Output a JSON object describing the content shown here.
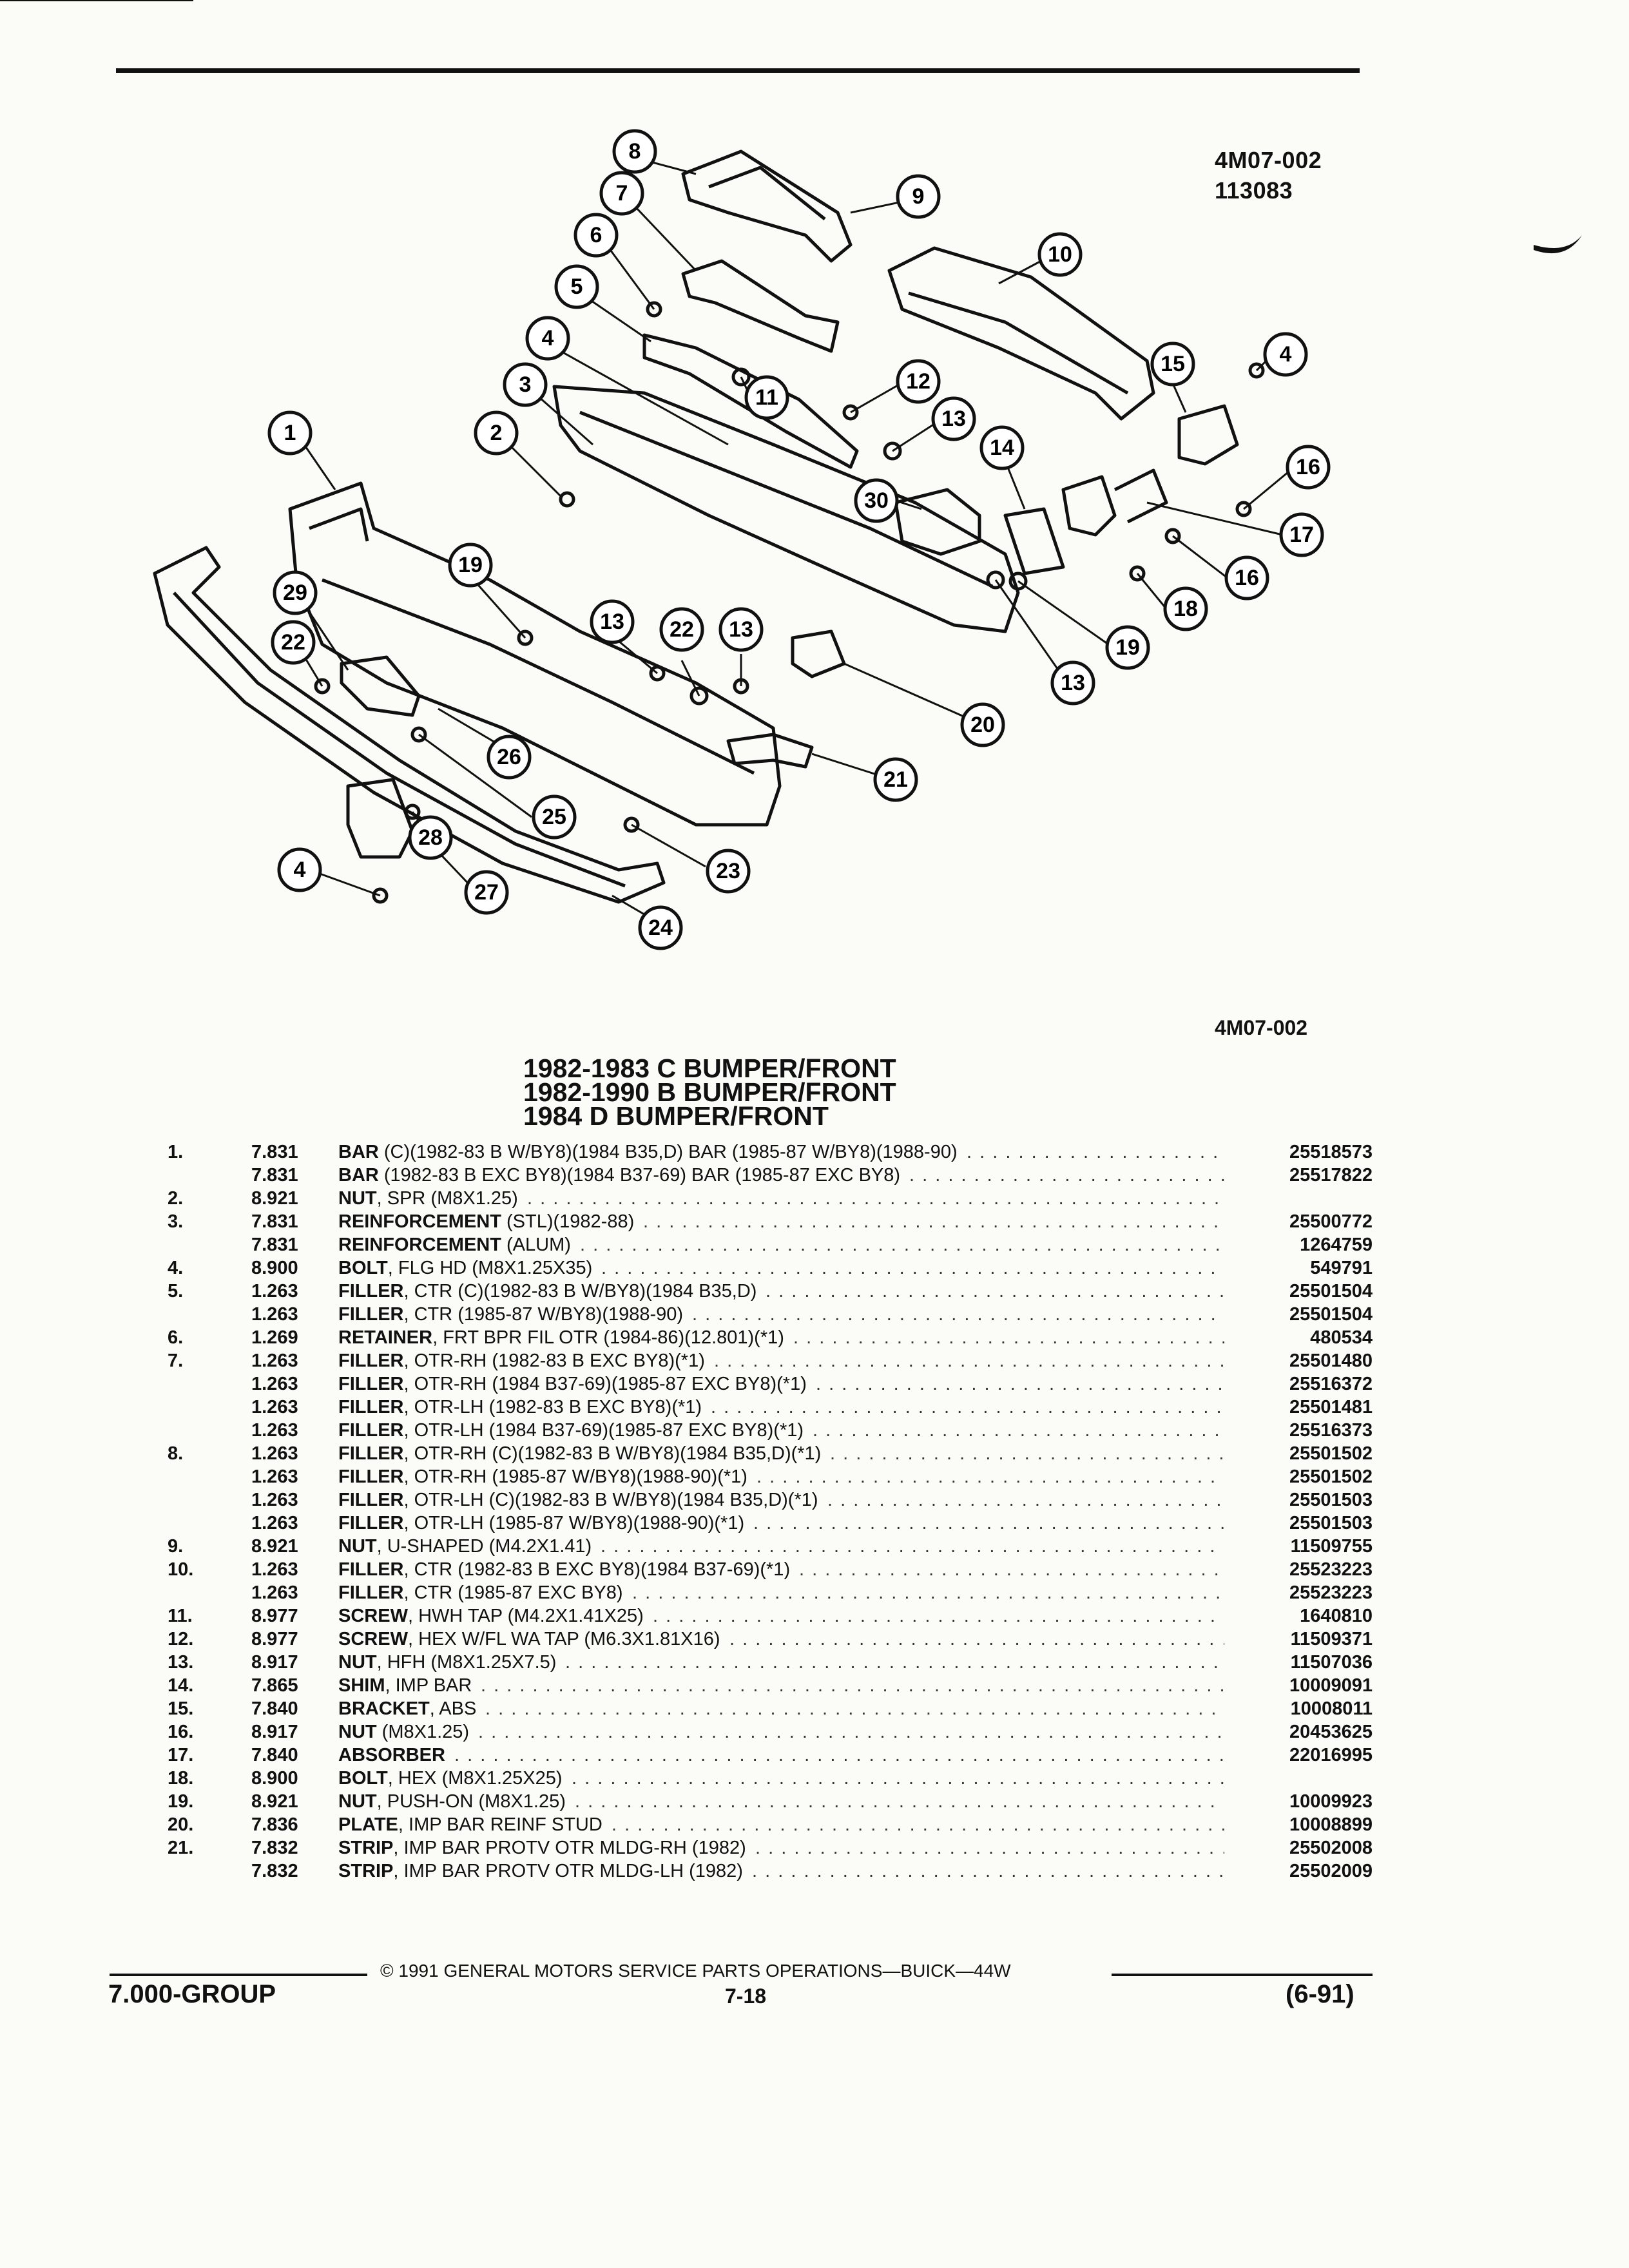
{
  "header": {
    "code_top_1": "4M07-002",
    "code_top_2": "113083",
    "code_mid": "4M07-002"
  },
  "diagram": {
    "callouts": [
      "1",
      "2",
      "3",
      "4",
      "5",
      "6",
      "7",
      "8",
      "9",
      "10",
      "11",
      "12",
      "13",
      "14",
      "15",
      "16",
      "17",
      "18",
      "19",
      "20",
      "21",
      "22",
      "23",
      "24",
      "25",
      "26",
      "27",
      "28",
      "29",
      "30"
    ]
  },
  "titles": [
    "1982-1983 C BUMPER/FRONT",
    "1982-1990 B BUMPER/FRONT",
    "1984 D BUMPER/FRONT"
  ],
  "parts": [
    {
      "num": "1.",
      "grp": "7.831",
      "name": "BAR",
      "desc": " (C)(1982-83 B W/BY8)(1984 B35,D) BAR (1985-87 W/BY8)(1988-90)",
      "pn": "25518573"
    },
    {
      "num": "",
      "grp": "7.831",
      "name": "BAR",
      "desc": " (1982-83 B EXC BY8)(1984 B37-69) BAR (1985-87 EXC BY8)",
      "pn": "25517822"
    },
    {
      "num": "2.",
      "grp": "8.921",
      "name": "NUT",
      "desc": ", SPR (M8X1.25)",
      "pn": ""
    },
    {
      "num": "3.",
      "grp": "7.831",
      "name": "REINFORCEMENT",
      "desc": " (STL)(1982-88)",
      "pn": "25500772"
    },
    {
      "num": "",
      "grp": "7.831",
      "name": "REINFORCEMENT",
      "desc": " (ALUM)",
      "pn": "1264759"
    },
    {
      "num": "4.",
      "grp": "8.900",
      "name": "BOLT",
      "desc": ", FLG HD (M8X1.25X35)",
      "pn": "549791"
    },
    {
      "num": "5.",
      "grp": "1.263",
      "name": "FILLER",
      "desc": ", CTR (C)(1982-83 B W/BY8)(1984 B35,D)",
      "pn": "25501504"
    },
    {
      "num": "",
      "grp": "1.263",
      "name": "FILLER",
      "desc": ", CTR (1985-87 W/BY8)(1988-90)",
      "pn": "25501504"
    },
    {
      "num": "6.",
      "grp": "1.269",
      "name": "RETAINER",
      "desc": ", FRT BPR FIL OTR (1984-86)(12.801)(*1)",
      "pn": "480534"
    },
    {
      "num": "7.",
      "grp": "1.263",
      "name": "FILLER",
      "desc": ", OTR-RH (1982-83 B EXC BY8)(*1)",
      "pn": "25501480"
    },
    {
      "num": "",
      "grp": "1.263",
      "name": "FILLER",
      "desc": ", OTR-RH (1984 B37-69)(1985-87 EXC BY8)(*1)",
      "pn": "25516372"
    },
    {
      "num": "",
      "grp": "1.263",
      "name": "FILLER",
      "desc": ", OTR-LH (1982-83 B EXC BY8)(*1)",
      "pn": "25501481"
    },
    {
      "num": "",
      "grp": "1.263",
      "name": "FILLER",
      "desc": ", OTR-LH (1984 B37-69)(1985-87 EXC BY8)(*1)",
      "pn": "25516373"
    },
    {
      "num": "8.",
      "grp": "1.263",
      "name": "FILLER",
      "desc": ", OTR-RH (C)(1982-83 B W/BY8)(1984 B35,D)(*1)",
      "pn": "25501502"
    },
    {
      "num": "",
      "grp": "1.263",
      "name": "FILLER",
      "desc": ", OTR-RH (1985-87 W/BY8)(1988-90)(*1)",
      "pn": "25501502"
    },
    {
      "num": "",
      "grp": "1.263",
      "name": "FILLER",
      "desc": ", OTR-LH (C)(1982-83 B W/BY8)(1984 B35,D)(*1)",
      "pn": "25501503"
    },
    {
      "num": "",
      "grp": "1.263",
      "name": "FILLER",
      "desc": ", OTR-LH (1985-87 W/BY8)(1988-90)(*1)",
      "pn": "25501503"
    },
    {
      "num": "9.",
      "grp": "8.921",
      "name": "NUT",
      "desc": ", U-SHAPED (M4.2X1.41)",
      "pn": "11509755"
    },
    {
      "num": "10.",
      "grp": "1.263",
      "name": "FILLER",
      "desc": ", CTR (1982-83 B EXC BY8)(1984 B37-69)(*1)",
      "pn": "25523223"
    },
    {
      "num": "",
      "grp": "1.263",
      "name": "FILLER",
      "desc": ", CTR (1985-87 EXC BY8)",
      "pn": "25523223"
    },
    {
      "num": "11.",
      "grp": "8.977",
      "name": "SCREW",
      "desc": ", HWH TAP (M4.2X1.41X25)",
      "pn": "1640810"
    },
    {
      "num": "12.",
      "grp": "8.977",
      "name": "SCREW",
      "desc": ", HEX W/FL WA TAP (M6.3X1.81X16)",
      "pn": "11509371"
    },
    {
      "num": "13.",
      "grp": "8.917",
      "name": "NUT",
      "desc": ", HFH (M8X1.25X7.5)",
      "pn": "11507036"
    },
    {
      "num": "14.",
      "grp": "7.865",
      "name": "SHIM",
      "desc": ", IMP BAR",
      "pn": "10009091"
    },
    {
      "num": "15.",
      "grp": "7.840",
      "name": "BRACKET",
      "desc": ", ABS",
      "pn": "10008011"
    },
    {
      "num": "16.",
      "grp": "8.917",
      "name": "NUT",
      "desc": " (M8X1.25)",
      "pn": "20453625"
    },
    {
      "num": "17.",
      "grp": "7.840",
      "name": "ABSORBER",
      "desc": "",
      "pn": "22016995"
    },
    {
      "num": "18.",
      "grp": "8.900",
      "name": "BOLT",
      "desc": ", HEX (M8X1.25X25)",
      "pn": ""
    },
    {
      "num": "19.",
      "grp": "8.921",
      "name": "NUT",
      "desc": ", PUSH-ON (M8X1.25)",
      "pn": "10009923"
    },
    {
      "num": "20.",
      "grp": "7.836",
      "name": "PLATE",
      "desc": ", IMP BAR REINF STUD",
      "pn": "10008899"
    },
    {
      "num": "21.",
      "grp": "7.832",
      "name": "STRIP",
      "desc": ", IMP BAR PROTV OTR MLDG-RH (1982)",
      "pn": "25502008"
    },
    {
      "num": "",
      "grp": "7.832",
      "name": "STRIP",
      "desc": ", IMP BAR PROTV OTR MLDG-LH (1982)",
      "pn": "25502009"
    }
  ],
  "footer": {
    "copyright": "© 1991 GENERAL MOTORS SERVICE PARTS OPERATIONS—BUICK—44W",
    "group": "7.000-GROUP",
    "page": "7-18",
    "date": "(6-91)"
  }
}
